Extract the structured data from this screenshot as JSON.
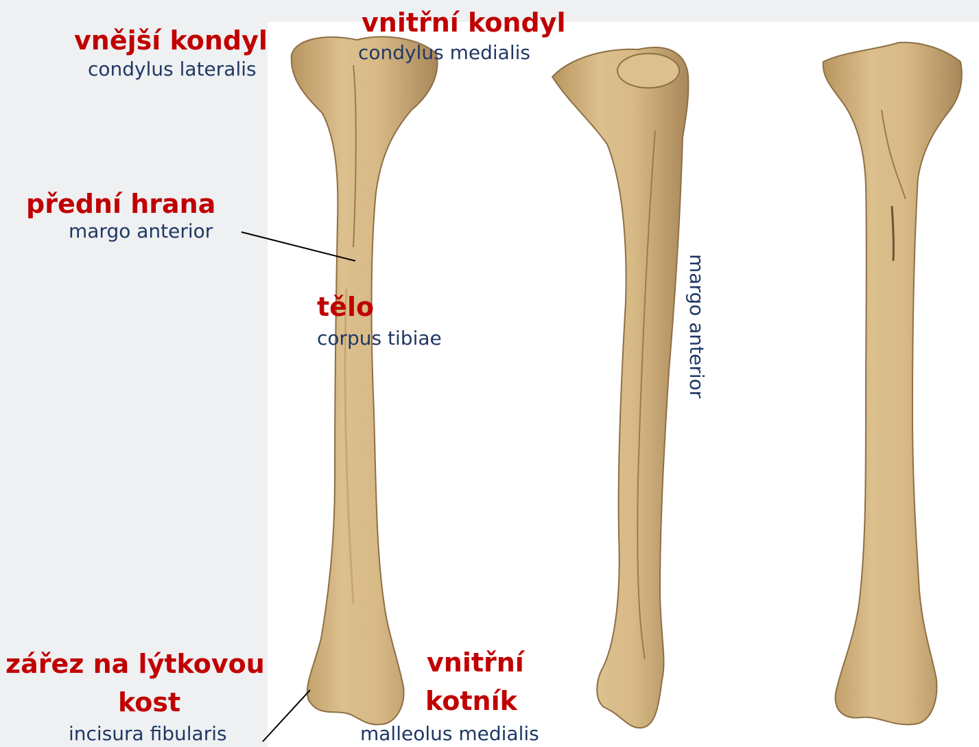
{
  "labels": {
    "lateral_condyle_cz": "vnější kondyl",
    "lateral_condyle_la": "condylus lateralis",
    "medial_condyle_cz": "vnitřní kondyl",
    "medial_condyle_la": "condylus medialis",
    "anterior_border_cz": "přední hrana",
    "anterior_border_la": "margo anterior",
    "body_cz": "tělo",
    "body_la": "corpus tibiae",
    "fibular_notch_cz_1": "zářez na lýtkovou",
    "fibular_notch_cz_2": "kost",
    "fibular_notch_la": "incisura fibularis",
    "medial_malleolus_cz_1": "vnitřní",
    "medial_malleolus_cz_2": "kotník",
    "medial_malleolus_la": "malleolus medialis",
    "anterior_border_vertical": "margo anterior"
  },
  "colors": {
    "term_cz": "#c00000",
    "term_la": "#1f3864",
    "bone": "#d2b27e",
    "bone_shade": "#a8875a"
  }
}
